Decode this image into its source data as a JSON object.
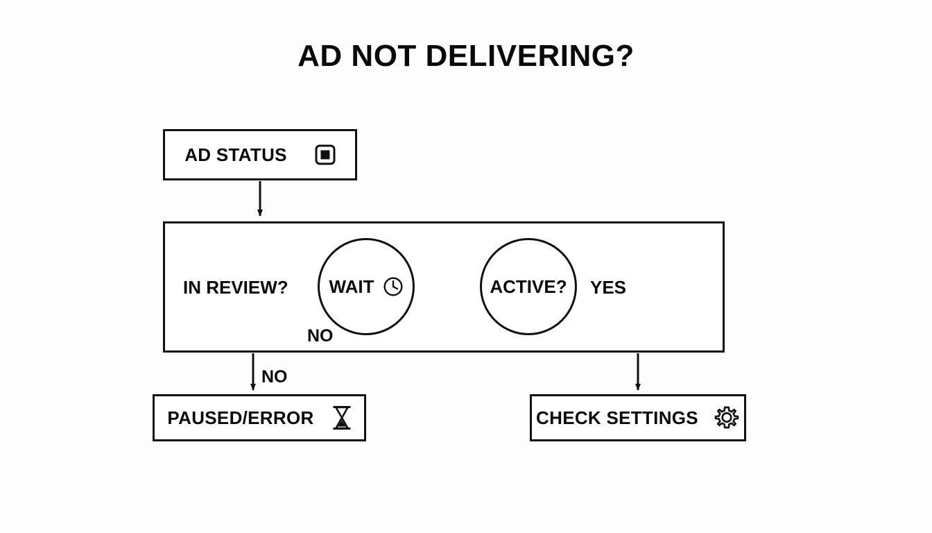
{
  "page": {
    "title": "AD NOT DELIVERING?",
    "background_color": "#fdfdfd",
    "stroke_color": "#111111",
    "text_color": "#0a0a0a"
  },
  "diagram": {
    "type": "flowchart",
    "nodes": {
      "ad_status": {
        "label": "AD STATUS",
        "icon": "stop-square-icon",
        "shape": "rectangle"
      },
      "decision_group": {
        "shape": "rectangle",
        "left_branch": {
          "question": "IN REVIEW?",
          "edge_label": "NO",
          "target": {
            "label": "WAIT",
            "icon": "clock-icon",
            "shape": "circle"
          }
        },
        "right_branch": {
          "question": "ACTIVE?",
          "edge_label": "YES",
          "shape": "circle"
        }
      },
      "paused_error": {
        "label": "PAUSED/ERROR",
        "icon": "hourglass-icon",
        "shape": "rectangle",
        "incoming_edge_label": "NO"
      },
      "check_settings": {
        "label": "CHECK SETTINGS",
        "icon": "gear-icon",
        "shape": "rectangle",
        "incoming_edge_label": ""
      }
    },
    "edges": [
      {
        "from": "ad_status",
        "to": "decision_group",
        "label": ""
      },
      {
        "from": "in_review",
        "to": "wait",
        "label": "NO"
      },
      {
        "from": "active",
        "to": "yes",
        "label": "YES"
      },
      {
        "from": "decision_group",
        "to": "paused_error",
        "label": "NO"
      },
      {
        "from": "decision_group",
        "to": "check_settings",
        "label": ""
      }
    ]
  }
}
